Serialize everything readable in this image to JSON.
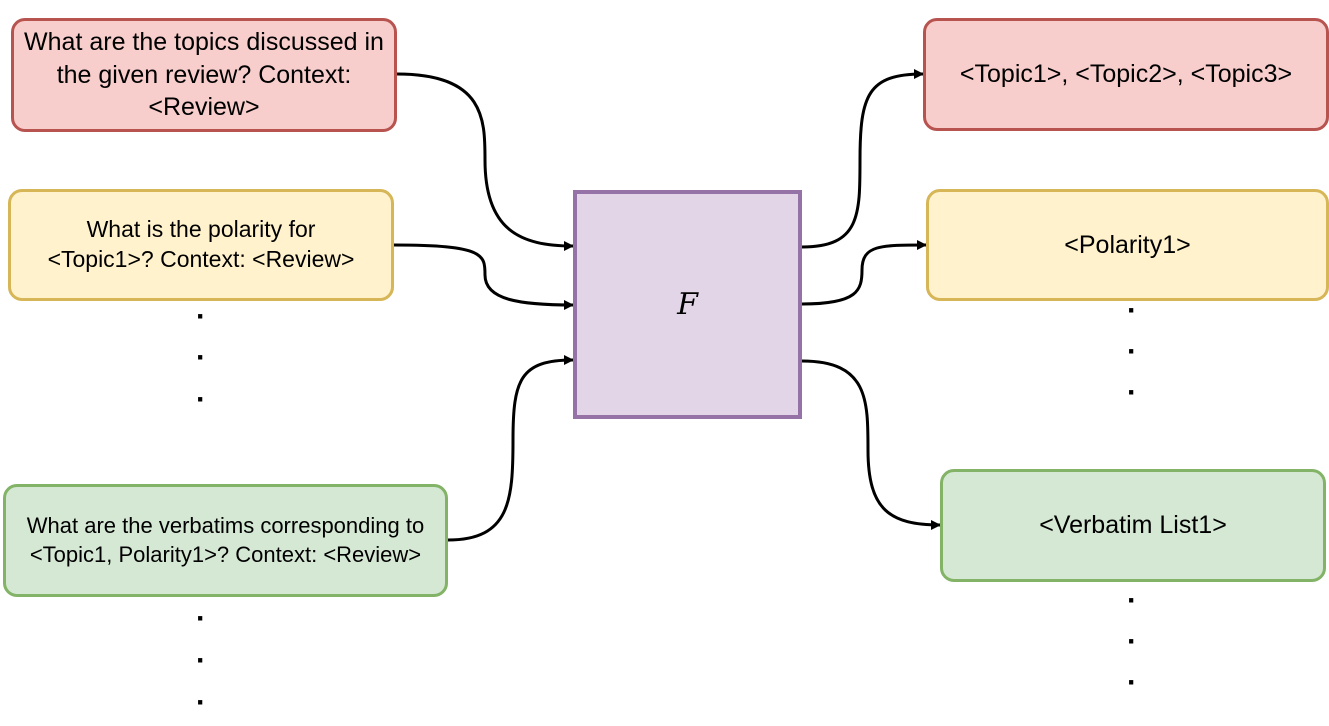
{
  "inputs": {
    "topics_question": "What are the topics discussed in the given review? Context: <Review>",
    "polarity_question": "What is the polarity for <Topic1>? Context: <Review>",
    "verbatims_question": "What are the verbatims corresponding to <Topic1, Polarity1>? Context: <Review>"
  },
  "model": {
    "symbol": "F"
  },
  "outputs": {
    "topics_answer": "<Topic1>, <Topic2>, <Topic3>",
    "polarity_answer": "<Polarity1>",
    "verbatims_answer": "<Verbatim List1>"
  },
  "ellipsis": "·",
  "colors": {
    "red_fill": "#f8cecc",
    "red_border": "#b85450",
    "yellow_fill": "#fff2cc",
    "yellow_border": "#d6b656",
    "green_fill": "#d5e8d4",
    "green_border": "#82b366",
    "purple_fill": "#e1d5e7",
    "purple_border": "#9673a6"
  }
}
